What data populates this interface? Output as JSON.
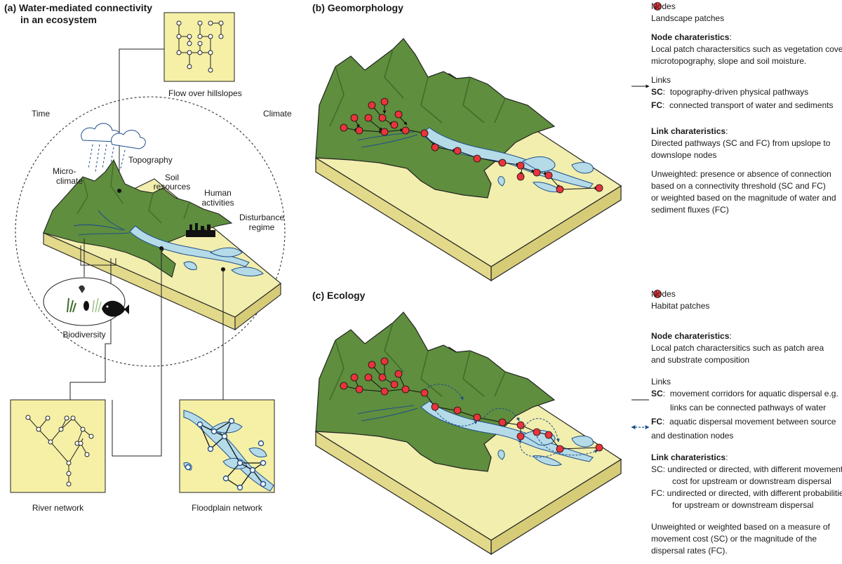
{
  "panel_a": {
    "title_line1": "(a) Water-mediated connectivity",
    "title_line2": "in an ecosystem",
    "flow_label": "Flow over hillslopes",
    "time": "Time",
    "climate": "Climate",
    "micro_line1": "Micro-",
    "micro_line2": "climate",
    "topography": "Topography",
    "soil_line1": "Soil",
    "soil_line2": "resources",
    "human_line1": "Human",
    "human_line2": "activities",
    "disturbance_line1": "Disturbance",
    "disturbance_line2": "regime",
    "biodiversity": "Biodiversity",
    "river_network": "River network",
    "floodplain_network": "Floodplain network"
  },
  "panel_b": {
    "title": "(b) Geomorphology",
    "nodes_label": "Nodes",
    "nodes_desc": "Landscape patches",
    "node_char_title": "Node charateristics",
    "node_char_line1": "Local patch charactersitics such as vegetation cover,",
    "node_char_line2": "microtopography, slope and soil moisture.",
    "links_label": "Links",
    "sc_key": "SC",
    "sc_desc": "topography-driven physical pathways",
    "fc_key": "FC",
    "fc_desc": "connected transport of water and sediments",
    "link_char_title": "Link charateristics",
    "link_char_line1": "Directed pathways (SC and FC) from upslope to",
    "link_char_line2": "downslope nodes",
    "weight_line1": "Unweighted: presence or absence of connection",
    "weight_line2": "based on a connectivity threshold (SC and FC)",
    "weight_line3": "or weighted based on the magnitude of water and",
    "weight_line4": "sediment fluxes (FC)"
  },
  "panel_c": {
    "title": "(c) Ecology",
    "nodes_label": "Nodes",
    "nodes_desc": "Habitat patches",
    "node_char_title": "Node charateristics",
    "node_char_line1": "Local patch charactersitics such as patch area",
    "node_char_line2": "and substrate composition",
    "links_label": "Links",
    "sc_key": "SC",
    "sc_desc_line1": "movement corridors for aquatic dispersal e.g.",
    "sc_desc_line2": "links can be connected pathways of water",
    "fc_key": "FC",
    "fc_desc_line1": "aquatic dispersal movement between source",
    "fc_desc_line2": "and destination nodes",
    "link_char_title": "Link charateristics",
    "sc_char_line1": "SC:  undirected or directed, with different movement",
    "sc_char_line2": "cost for upstream or downstream dispersal",
    "fc_char_line1": "FC:  undirected or directed, with different probabilities",
    "fc_char_line2": "for upstream  or downstream dispersal",
    "weight_line1": "Unweighted or weighted based on a measure of",
    "weight_line2": "movement cost (SC) or the magnitude of the",
    "weight_line3": "dispersal rates (FC)."
  },
  "colors": {
    "mountain": "#5f8e3e",
    "mountain_dark": "#3f6b2a",
    "floodplain": "#f1eeae",
    "slab_side": "#e2d98a",
    "water": "#b5dbe8",
    "node": "#e8343c",
    "box": "#f5f0a6"
  }
}
